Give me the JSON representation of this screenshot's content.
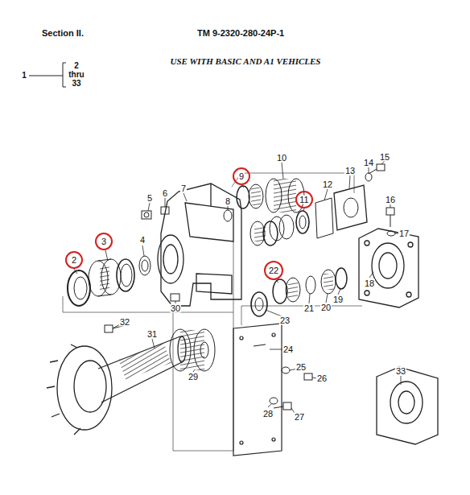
{
  "diagram": {
    "title": "USE WITH BASIC AND A1 VEHICLES",
    "labels": [
      "Section II.",
      "TM 9-2320-280-24P-1",
      "1",
      "2",
      "thru",
      "33",
      "2",
      "3",
      "4",
      "5",
      "6",
      "7",
      "8",
      "9",
      "10",
      "11",
      "12",
      "13",
      "14",
      "15",
      "16",
      "17",
      "18",
      "19",
      "20",
      "21",
      "22",
      "23",
      "24",
      "25",
      "26",
      "27",
      "28",
      "29",
      "30",
      "31",
      "32",
      "33"
    ]
  }
}
